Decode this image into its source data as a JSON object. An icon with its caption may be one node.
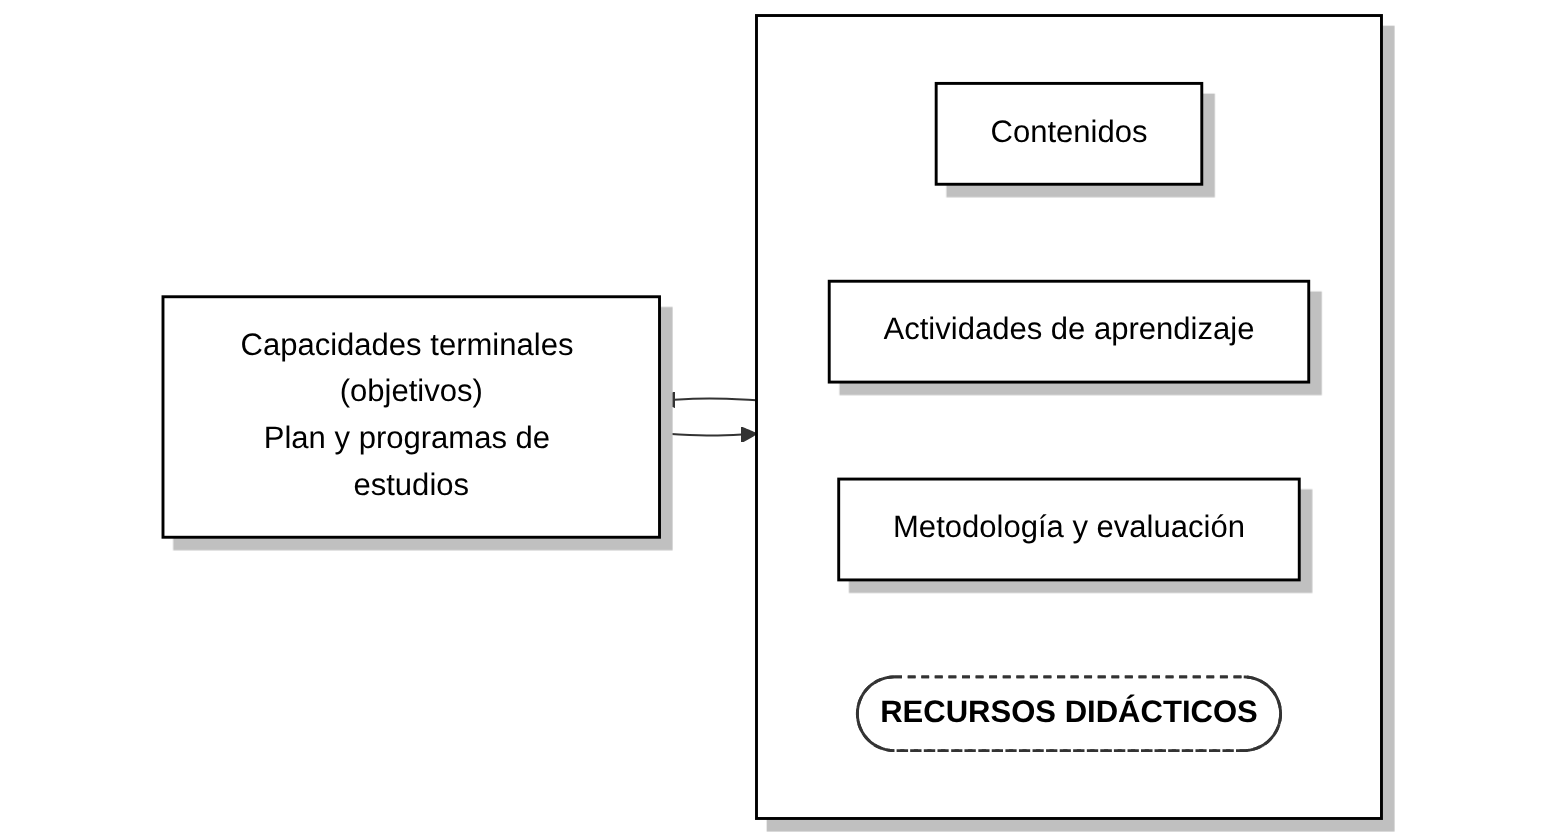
{
  "diagram": {
    "nodes": [
      {
        "text": [
          "Capacidades terminales (objetivos)",
          "Plan y programas de estudios"
        ]
      },
      {
        "text": [],
        "shape": "box"
      },
      {
        "text": [
          "Contenidos"
        ],
        "in": 1
      },
      {
        "text": [
          "Actividades de aprendizaje"
        ],
        "in": 1
      },
      {
        "text": [
          "Metodología y evaluación"
        ],
        "in": 1
      },
      {
        "text": [
          "RECURSOS DIDÁCTICOS"
        ],
        "in": 1
      }
    ],
    "edges": [
      {
        "from": 1,
        "to": 0,
        "arrow": "to"
      },
      {
        "from": 0,
        "to": 1,
        "arrow": "to"
      }
    ]
  }
}
